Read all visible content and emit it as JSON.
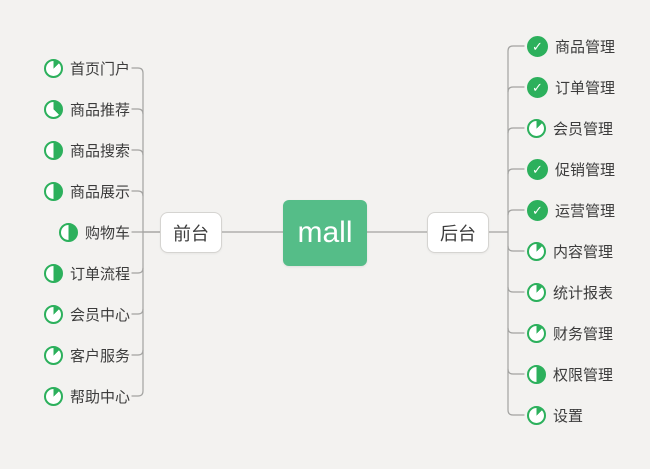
{
  "canvas": {
    "background": "#f3f2f0",
    "line_color": "#a3a3a1",
    "accent_green": "#55bd88",
    "icon_green": "#2cb05c"
  },
  "root": {
    "label": "mall"
  },
  "branches": {
    "front": {
      "label": "前台",
      "items": [
        {
          "label": "首页门户",
          "icon": "progress-1-8"
        },
        {
          "label": "商品推荐",
          "icon": "progress-3-8"
        },
        {
          "label": "商品搜索",
          "icon": "progress-half"
        },
        {
          "label": "商品展示",
          "icon": "progress-half"
        },
        {
          "label": "购物车",
          "icon": "progress-half"
        },
        {
          "label": "订单流程",
          "icon": "progress-half"
        },
        {
          "label": "会员中心",
          "icon": "progress-1-8"
        },
        {
          "label": "客户服务",
          "icon": "progress-1-8"
        },
        {
          "label": "帮助中心",
          "icon": "progress-1-8"
        }
      ]
    },
    "back": {
      "label": "后台",
      "items": [
        {
          "label": "商品管理",
          "icon": "done"
        },
        {
          "label": "订单管理",
          "icon": "done"
        },
        {
          "label": "会员管理",
          "icon": "progress-1-8"
        },
        {
          "label": "促销管理",
          "icon": "done"
        },
        {
          "label": "运营管理",
          "icon": "done"
        },
        {
          "label": "内容管理",
          "icon": "progress-1-8"
        },
        {
          "label": "统计报表",
          "icon": "progress-1-8"
        },
        {
          "label": "财务管理",
          "icon": "progress-1-8"
        },
        {
          "label": "权限管理",
          "icon": "progress-half"
        },
        {
          "label": "设置",
          "icon": "progress-1-8"
        }
      ]
    }
  },
  "icons": {
    "done_glyph": "✓"
  }
}
